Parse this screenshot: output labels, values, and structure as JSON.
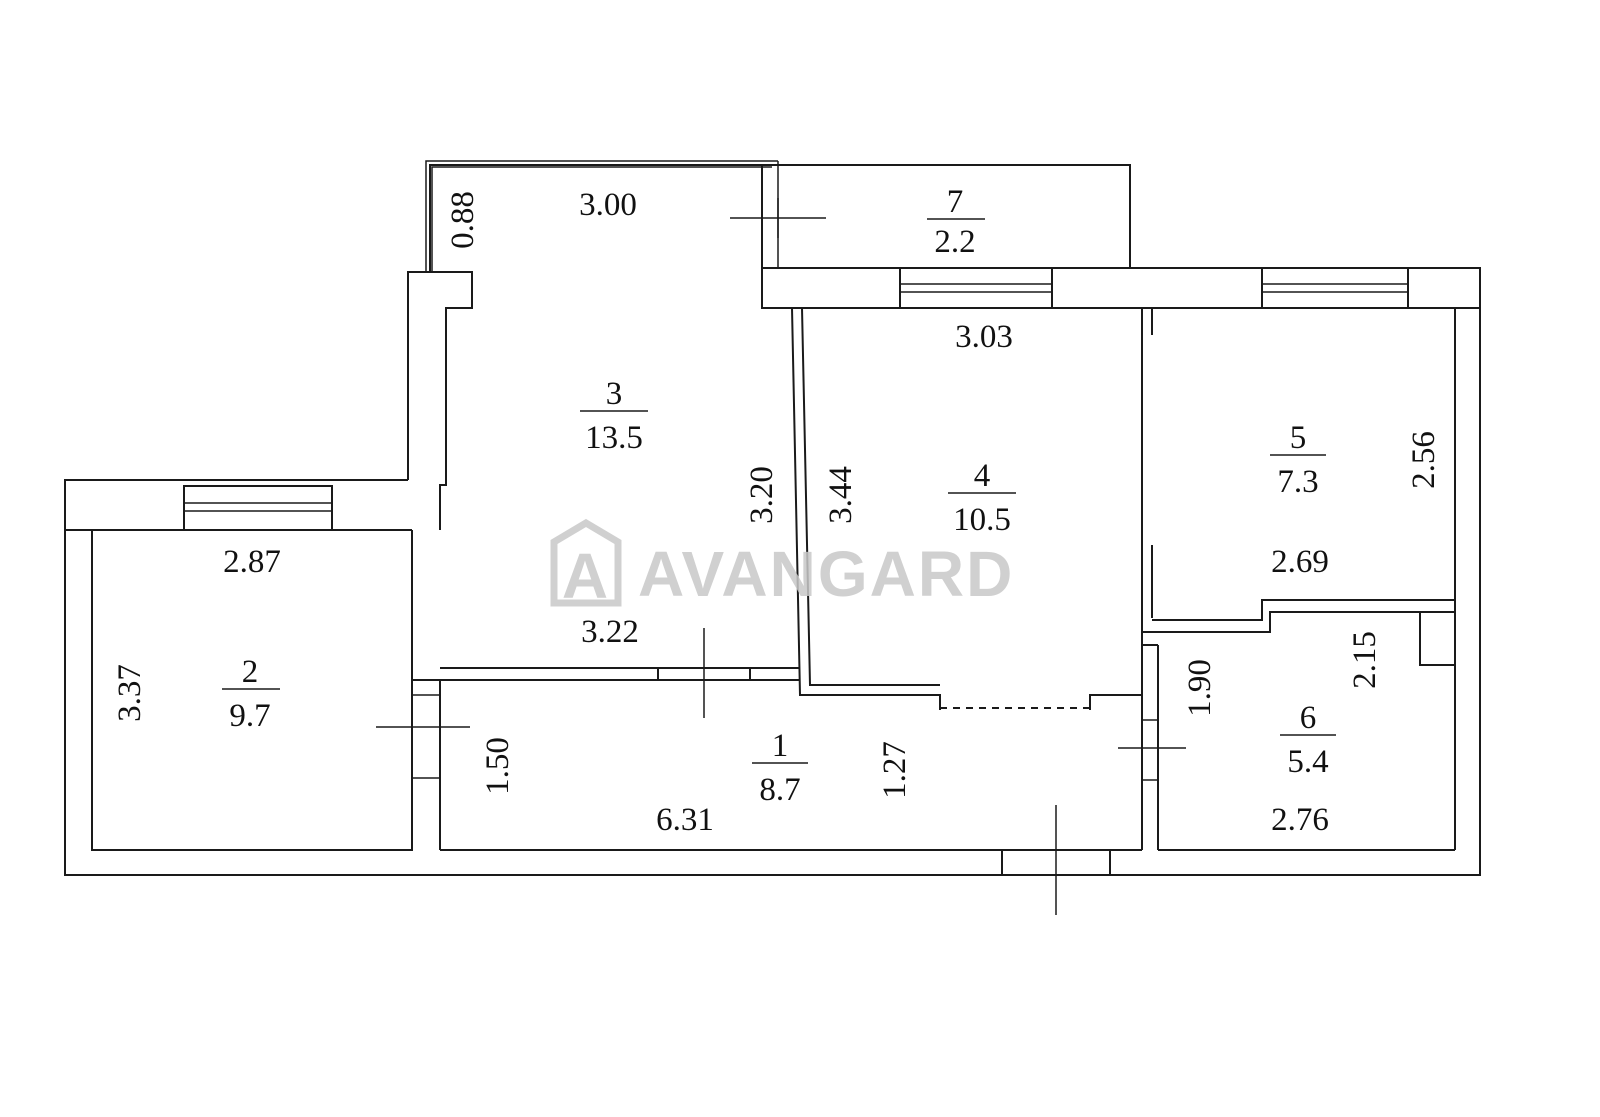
{
  "watermark": {
    "text": "AVANGARD",
    "logo_letter": "A",
    "color": "#c8c8c8"
  },
  "rooms": [
    {
      "id": "1",
      "number": "1",
      "area": "8.7"
    },
    {
      "id": "2",
      "number": "2",
      "area": "9.7"
    },
    {
      "id": "3",
      "number": "3",
      "area": "13.5"
    },
    {
      "id": "4",
      "number": "4",
      "area": "10.5"
    },
    {
      "id": "5",
      "number": "5",
      "area": "7.3"
    },
    {
      "id": "6",
      "number": "6",
      "area": "5.4"
    },
    {
      "id": "7",
      "number": "7",
      "area": "2.2"
    }
  ],
  "dimensions": {
    "d_3_00": "3.00",
    "d_0_88": "0.88",
    "d_3_03": "3.03",
    "d_3_20": "3.20",
    "d_3_44": "3.44",
    "d_2_56": "2.56",
    "d_2_87": "2.87",
    "d_2_69": "2.69",
    "d_3_22": "3.22",
    "d_2_15": "2.15",
    "d_1_90": "1.90",
    "d_3_37": "3.37",
    "d_1_50": "1.50",
    "d_1_27": "1.27",
    "d_6_31": "6.31",
    "d_2_76": "2.76"
  }
}
